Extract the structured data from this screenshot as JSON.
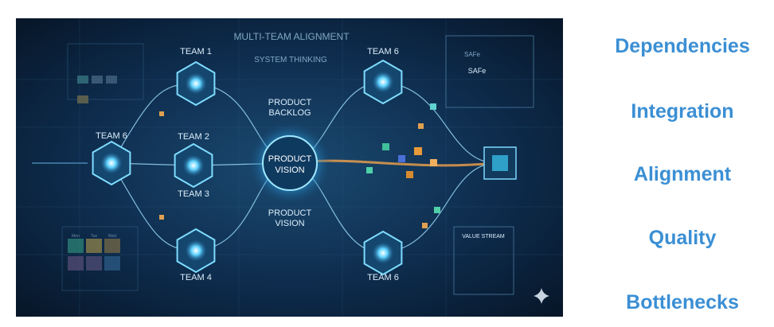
{
  "illustration": {
    "title": "MULTI-TEAM ALIGNMENT",
    "subtitle": "SYSTEM THINKING",
    "teams": {
      "team1": "TEAM 1",
      "team6_top": "TEAM 6",
      "team6_left": "TEAM 6",
      "team2": "TEAM 2",
      "team3": "TEAM 3",
      "team4": "TEAM 4",
      "team6_bottom": "TEAM 6"
    },
    "backlog": [
      "PRODUCT",
      "BACKLOG"
    ],
    "vision_center": [
      "PRODUCT",
      "VISION"
    ],
    "vision_lower": [
      "PRODUCT",
      "VISION"
    ],
    "safe_panel": [
      "SAFe",
      "SAFe"
    ],
    "value_stream": "VALUE STREAM",
    "calendar_days": [
      "Mon",
      "Tue",
      "Wed"
    ],
    "watermark_icon": "sparkle-icon"
  },
  "keywords": [
    "Dependencies",
    "Integration",
    "Alignment",
    "Quality",
    "Bottlenecks"
  ],
  "colors": {
    "keyword": "#3b8fd4",
    "background": "#0b2440",
    "glow": "#5fd3ff",
    "accent_orange": "#f2a24a"
  }
}
